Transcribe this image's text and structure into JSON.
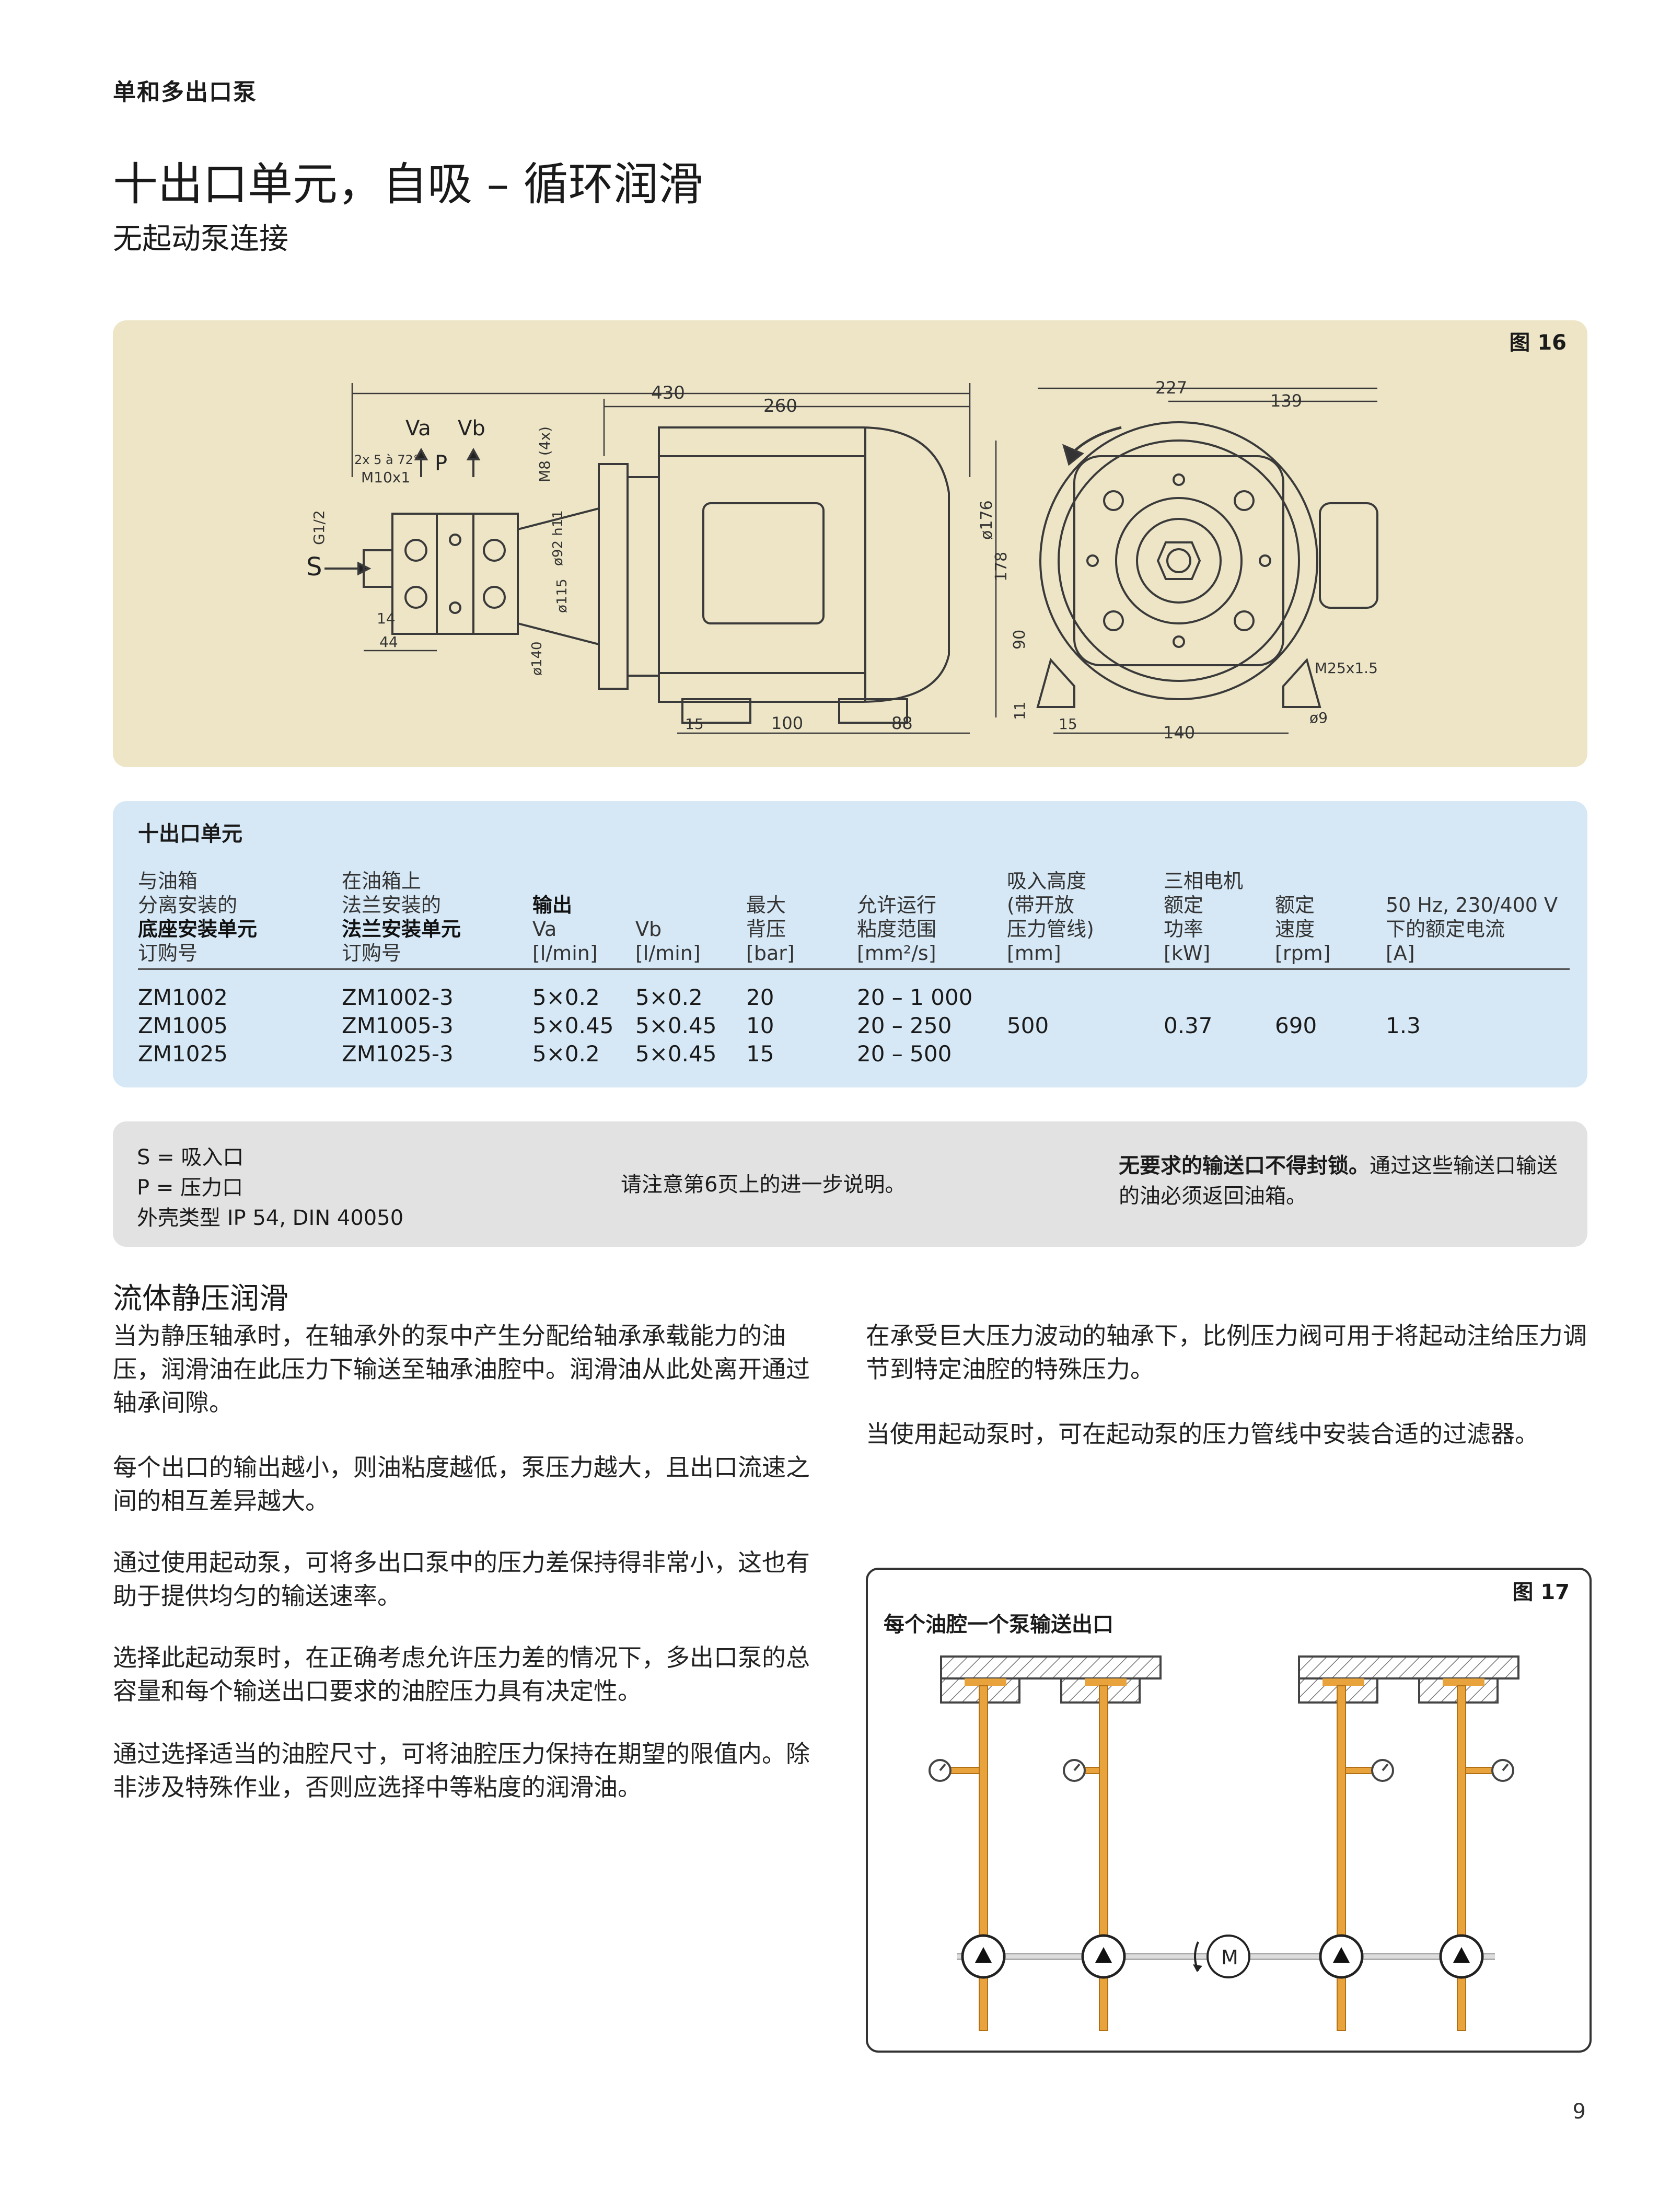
{
  "header": {
    "section_label": "单和多出口泵",
    "title": "十出口单元，自吸 – 循环润滑",
    "subtitle": "无起动泵连接"
  },
  "figure16": {
    "label": "图 16",
    "dims": {
      "d430": "430",
      "d260": "260",
      "va": "Va",
      "vb": "Vb",
      "p": "P",
      "s": "S",
      "thread": "2x 5 à 72°",
      "m10": "M10x1",
      "g12": "G1/2",
      "m8": "M8 (4x)",
      "d92": "ø92 h11",
      "d115": "ø115",
      "d140": "ø140",
      "d176": "ø176",
      "d178": "178",
      "d90": "90",
      "d11": "11",
      "d14": "14",
      "d44": "44",
      "d15a": "15",
      "d100": "100",
      "d88": "88",
      "d227": "227",
      "d139": "139",
      "m25": "M25x1.5",
      "d9": "ø9",
      "d15b": "15",
      "d140b": "140"
    }
  },
  "table": {
    "title": "十出口单元",
    "headers": {
      "col1": [
        "与油箱",
        "分离安装的",
        "底座安装单元",
        "订购号"
      ],
      "col2": [
        "在油箱上",
        "法兰安装的",
        "法兰安装单元",
        "订购号"
      ],
      "col3": [
        "输出",
        "Va",
        "[l/min]"
      ],
      "col4": [
        "Vb",
        "[l/min]"
      ],
      "col5": [
        "最大",
        "背压",
        "[bar]"
      ],
      "col6": [
        "允许运行",
        "粘度范围",
        "[mm²/s]"
      ],
      "col7": [
        "吸入高度",
        "(带开放",
        "压力管线)",
        "[mm]"
      ],
      "col8": [
        "三相电机",
        "额定",
        "功率",
        "[kW]"
      ],
      "col9": [
        "额定",
        "速度",
        "[rpm]"
      ],
      "col10": [
        "50 Hz, 230/400 V",
        "下的额定电流",
        "[A]"
      ]
    },
    "rows": [
      {
        "base": "ZM1002",
        "flange": "ZM1002-3",
        "va": "5×0.2",
        "vb": "5×0.2",
        "bar": "20",
        "visc": "20 – 1 000"
      },
      {
        "base": "ZM1005",
        "flange": "ZM1005-3",
        "va": "5×0.45",
        "vb": "5×0.45",
        "bar": "10",
        "visc": "20 – 250"
      },
      {
        "base": "ZM1025",
        "flange": "ZM1025-3",
        "va": "5×0.2",
        "vb": "5×0.45",
        "bar": "15",
        "visc": "20 – 500"
      }
    ],
    "shared": {
      "suction": "500",
      "power": "0.37",
      "speed": "690",
      "current": "1.3"
    }
  },
  "notes": {
    "s": "S = 吸入口",
    "p": "P = 压力口",
    "ip": "外壳类型 IP 54, DIN 40050",
    "middle": "请注意第6页上的进一步说明。",
    "warn_bold": "无要求的输送口不得封锁。",
    "warn_rest": "通过这些输送口输送的油必须返回油箱。"
  },
  "body": {
    "heading": "流体静压润滑",
    "left": [
      "当为静压轴承时，在轴承外的泵中产生分配给轴承承载能力的油压，润滑油在此压力下输送至轴承油腔中。润滑油从此处离开通过轴承间隙。",
      "每个出口的输出越小，则油粘度越低，泵压力越大，且出口流速之间的相互差异越大。",
      "通过使用起动泵，可将多出口泵中的压力差保持得非常小，这也有助于提供均匀的输送速率。",
      "选择此起动泵时，在正确考虑允许压力差的情况下，多出口泵的总容量和每个输送出口要求的油腔压力具有决定性。",
      "通过选择适当的油腔尺寸，可将油腔压力保持在期望的限值内。除非涉及特殊作业，否则应选择中等粘度的润滑油。"
    ],
    "right": [
      "在承受巨大压力波动的轴承下，比例压力阀可用于将起动注给压力调节到特定油腔的特殊压力。",
      "当使用起动泵时，可在起动泵的压力管线中安装合适的过滤器。"
    ]
  },
  "figure17": {
    "label": "图 17",
    "title": "每个油腔一个泵输送出口",
    "motor": "M"
  },
  "page_number": "9"
}
